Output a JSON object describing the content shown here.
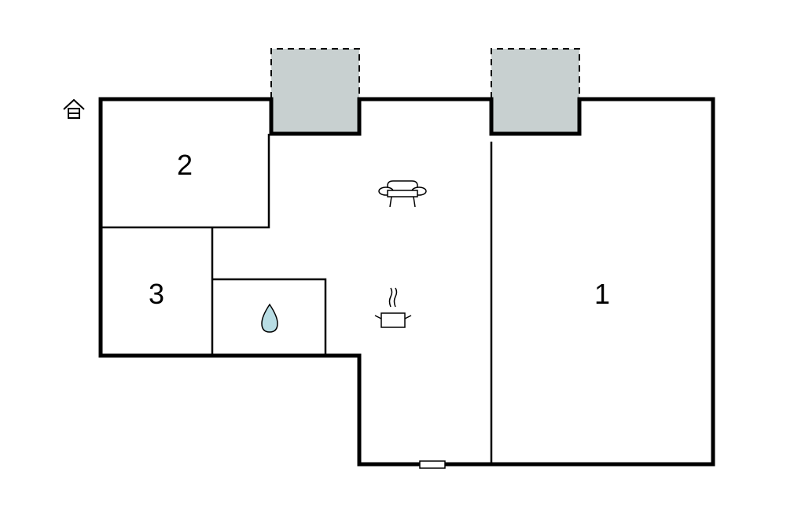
{
  "floorplan": {
    "rooms": [
      {
        "id": "bedroom-1",
        "label": "1"
      },
      {
        "id": "bedroom-2",
        "label": "2"
      },
      {
        "id": "bedroom-3",
        "label": "3"
      }
    ],
    "icons": {
      "entrance": "house-entrance-icon",
      "sofa": "sofa-icon",
      "kitchen": "cooking-pot-icon",
      "bathroom": "water-drop-icon"
    },
    "colors": {
      "wall": "#000000",
      "terrace": "#c8d0d0",
      "water": "#b8dde4",
      "background": "#ffffff"
    }
  }
}
